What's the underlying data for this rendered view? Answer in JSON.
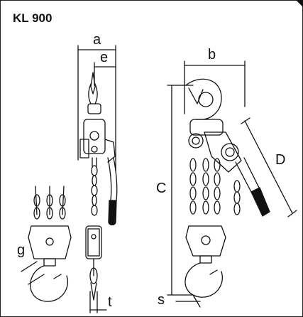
{
  "title": "KL 900",
  "labels": {
    "a": "a",
    "b": "b",
    "c": "C",
    "d": "D",
    "e": "e",
    "g": "g",
    "s": "s",
    "t": "t"
  },
  "colors": {
    "stroke": "#111111",
    "background": "#ffffff"
  }
}
